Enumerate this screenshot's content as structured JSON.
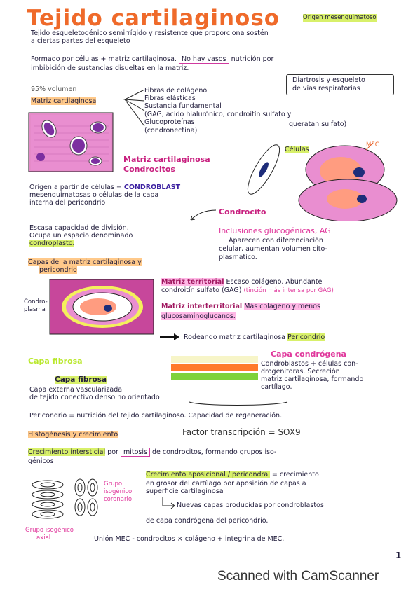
{
  "header": {
    "title": "Tejido cartilaginoso",
    "origin_note": "Origen mesenquimatoso"
  },
  "intro": {
    "line1": "Tejido esqueletogénico semirrígido y resistente que proporciona sostén",
    "line2": "a ciertas partes del esqueleto"
  },
  "formation": {
    "line1_a": "Formado por células + matriz cartilaginosa.",
    "line1_box": "No hay vasos",
    "line1_b": "nutrición por",
    "line2": "imbibición de sustancias disueltas en la matriz.",
    "note_line1": "Diartrosis y esqueleto",
    "note_line2": "de vías respiratorias"
  },
  "matrix": {
    "volume": "95% volumen",
    "label": "Matriz cartilaginosa",
    "items": [
      "Fibras de colágeno",
      "Fibras elásticas",
      "Sustancia fundamental",
      "(GAG, ácido hialurónico, condroitín sulfato y",
      "Glucoproteínas",
      "queratan sulfato)",
      "(condronectina)"
    ],
    "figure_label1": "Matriz cartilaginosa",
    "figure_label2": "Condrocitos"
  },
  "cells": {
    "label": "Células",
    "mec_label": "MEC",
    "origin_line1_a": "Origen a partir de células =",
    "origin_line1_b": "CONDROBLAST",
    "origin_line2": "mesenquimatosas o células de la capa",
    "origin_line3": "interna del pericondrio",
    "condrocito": "Condrocito",
    "division_line1": "Escasa capacidad de división.",
    "division_line2": "Ocupa un espacio denominado",
    "division_line3": "condroplasto.",
    "inclusions_title": "Inclusiones glucogénicas, AG",
    "inclusions_line1": "Aparecen con diferenciación",
    "inclusions_line2": "celular, aumentan volumen cito-",
    "inclusions_line3": "plasmático."
  },
  "layers": {
    "title_line1": "Capas de la matriz cartilaginosa y",
    "title_line2": "pericondrio",
    "condroplasma_line1": "Condro-",
    "condroplasma_line2": "plasma",
    "territorial_label": "Matriz territorial",
    "territorial_text_a": "Escaso colágeno. Abundante",
    "territorial_text_b": "condroitín sulfato (GAG)",
    "territorial_text_c": "(tinción más intensa por GAG)",
    "interterritorial_label": "Matriz interterritorial",
    "interterritorial_text_a": "Más colágeno y menos",
    "interterritorial_text_b": "glucosaminoglucanos.",
    "surrounding": "Rodeando matriz cartilaginosa",
    "pericondrio": "Pericondrio"
  },
  "pericondrio": {
    "fibrous_layer": "Capa fibrosa",
    "fibrous_title": "Capa fibrosa",
    "fibrous_line1": "Capa externa vascularizada",
    "fibrous_line2": "de tejido conectivo denso no orientado",
    "chondrogenic_title": "Capa condrógena",
    "chondrogenic_line1": "Condroblastos + células con-",
    "chondrogenic_line2": "drogenitoras. Secreción",
    "chondrogenic_line3": "matriz cartilaginosa, formando",
    "chondrogenic_line4": "cartílago.",
    "summary": "Pericondrio = nutrición del tejido cartilaginoso. Capacidad de regeneración."
  },
  "growth": {
    "title": "Histogénesis y crecimiento",
    "factor": "Factor transcripción = SOX9",
    "interstitial_label": "Crecimiento intersticial",
    "interstitial_a": "por",
    "interstitial_box": "mitosis",
    "interstitial_b": "de condrocitos, formando grupos iso-",
    "interstitial_c": "génicos",
    "coronal_line1": "Grupo",
    "coronal_line2": "isogénico",
    "coronal_line3": "coronario",
    "axial_line1": "Grupo isogénico",
    "axial_line2": "axial",
    "appositional_label": "Crecimiento aposicional / pericondral",
    "appositional_a": "= crecimiento",
    "appositional_line2": "en grosor del cartílago por aposición de capas a",
    "appositional_line3": "superficie cartilaginosa",
    "new_layers_line1": "Nuevas capas producidas por condroblastos",
    "new_layers_line2": "de capa condrógena del pericondrio.",
    "union_line": "Unión MEC - condrocitos × colágeno + integrina de MEC."
  },
  "page_number": "1",
  "footer": "Scanned with CamScanner"
}
